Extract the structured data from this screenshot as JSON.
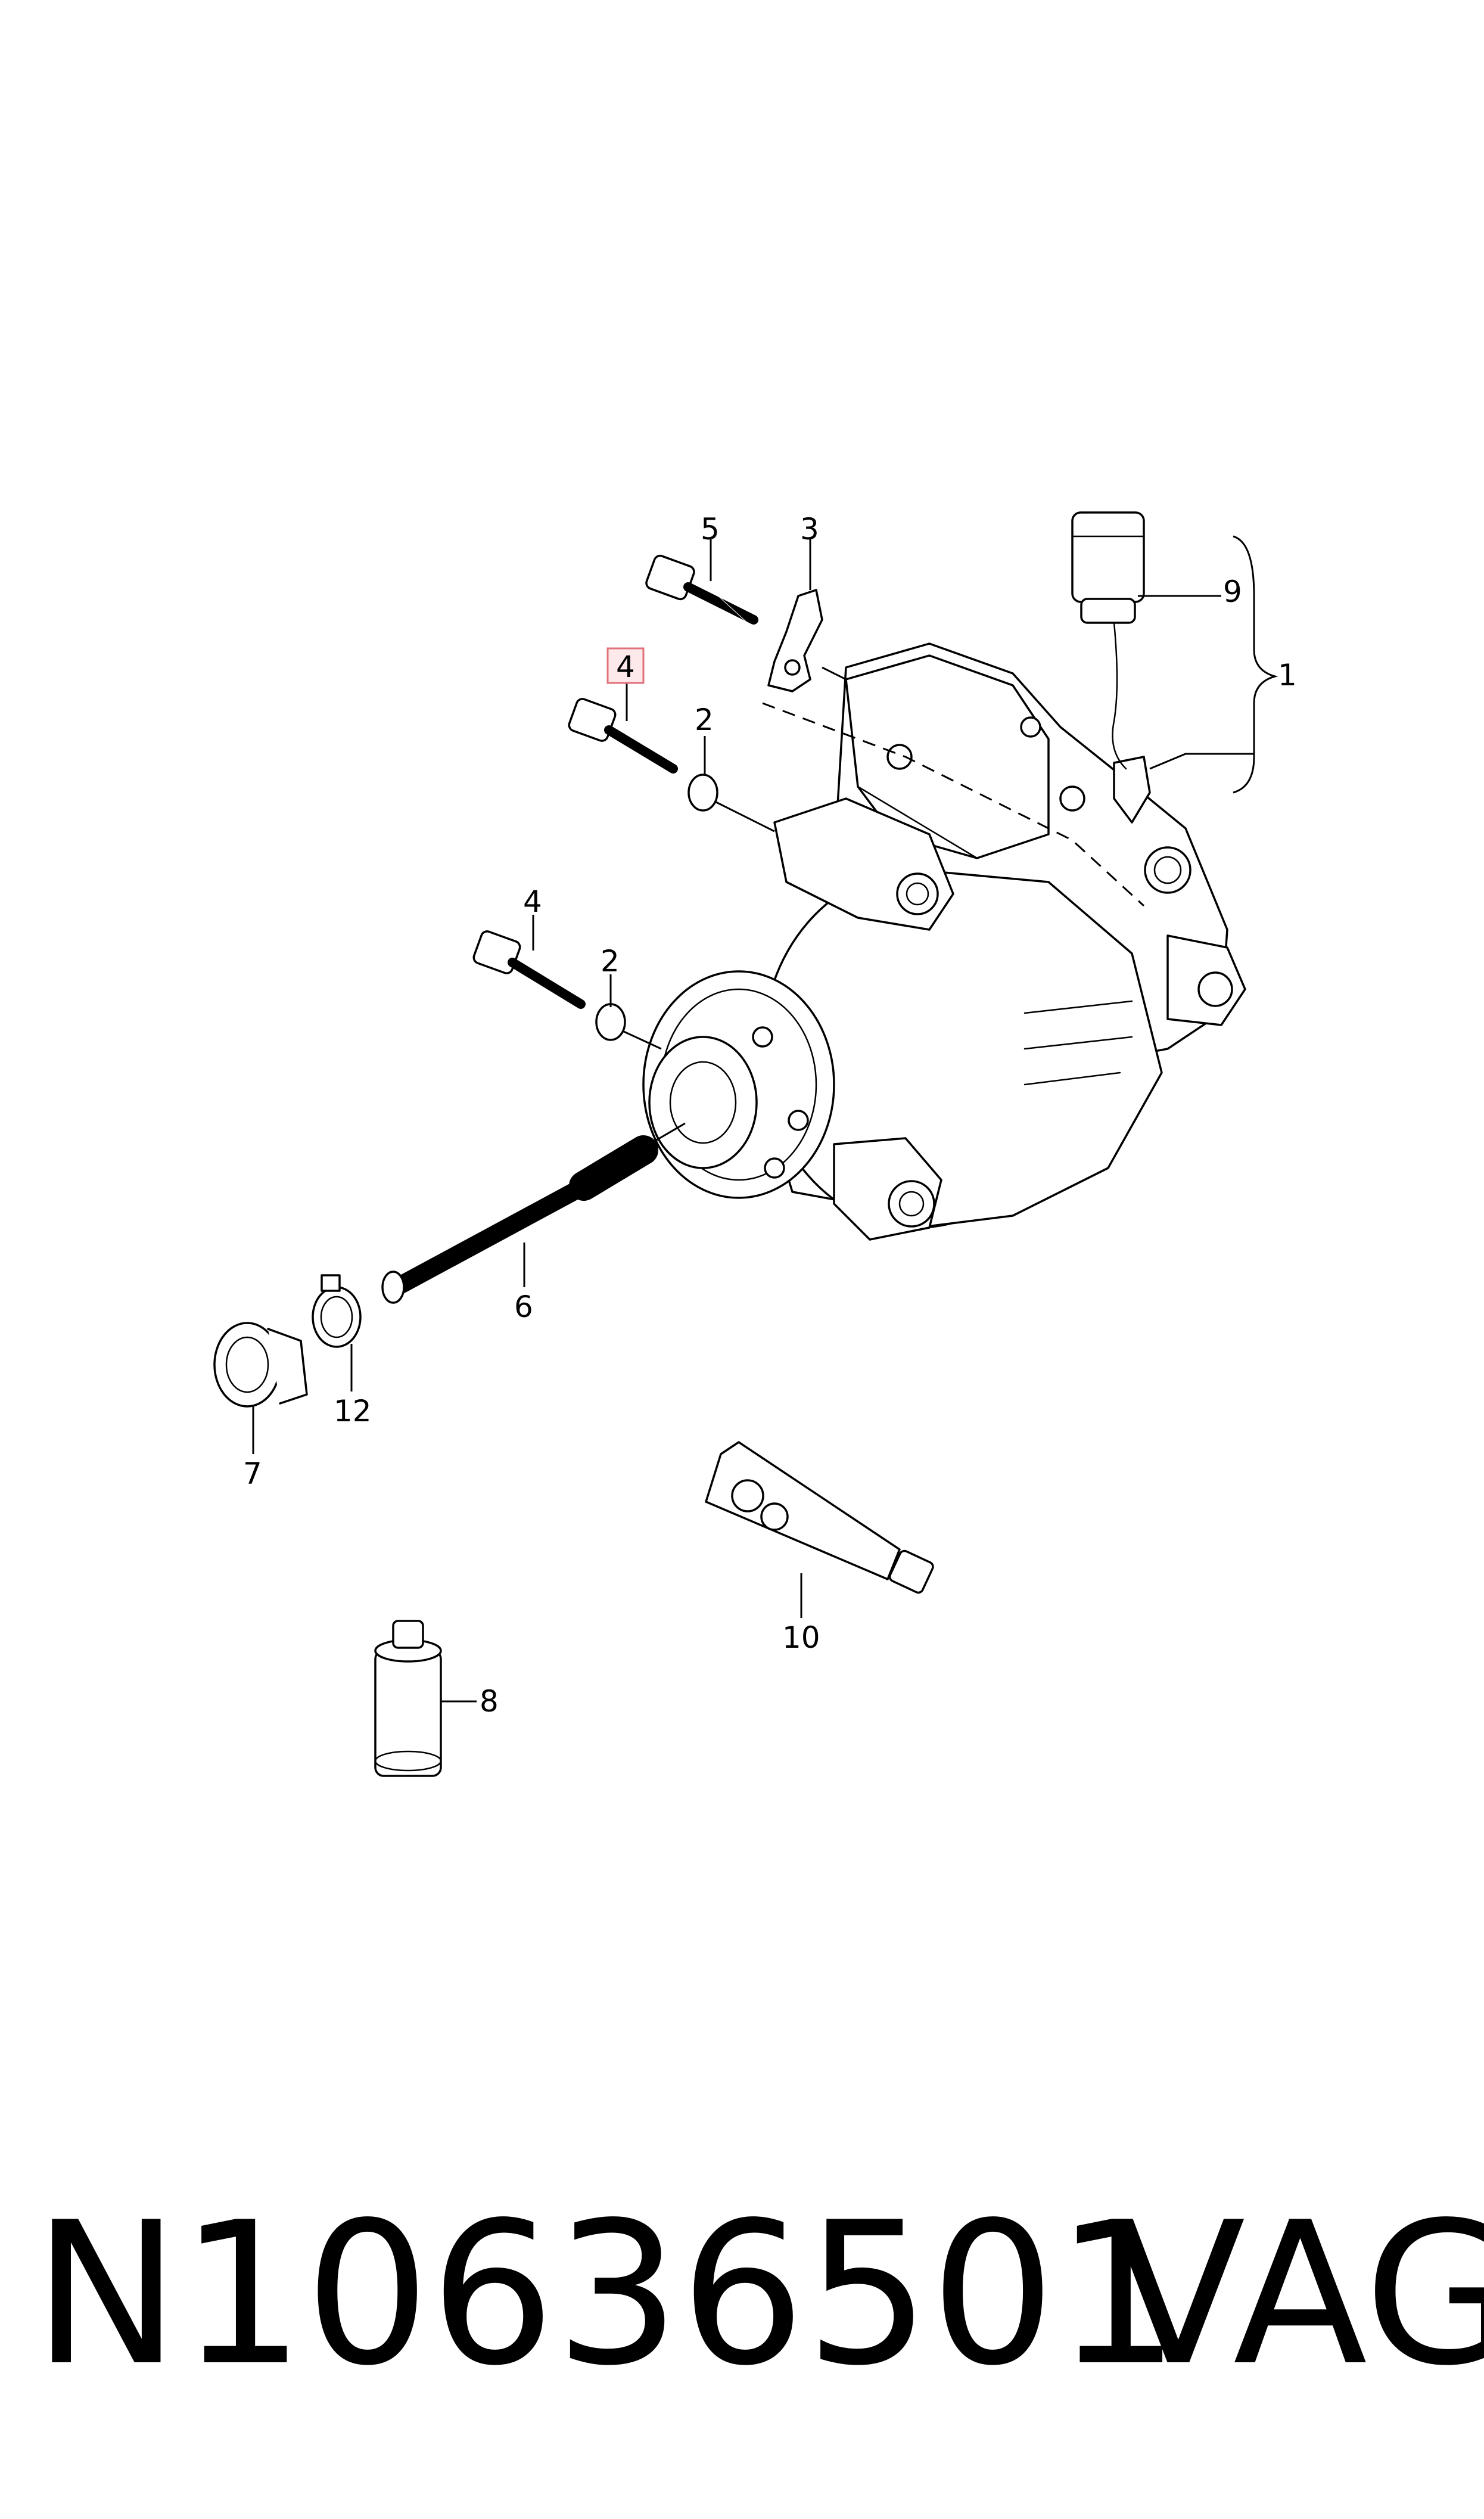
{
  "callouts": {
    "c1": "1",
    "c2a": "2",
    "c2b": "2",
    "c3": "3",
    "c4a": "4",
    "c4b": "4",
    "c5": "5",
    "c6": "6",
    "c7": "7",
    "c8": "8",
    "c9": "9",
    "c10": "10",
    "c12": "12"
  },
  "highlight_color": "#e0707a",
  "caption": {
    "part_number": "N10636501",
    "brand": "VAG"
  }
}
